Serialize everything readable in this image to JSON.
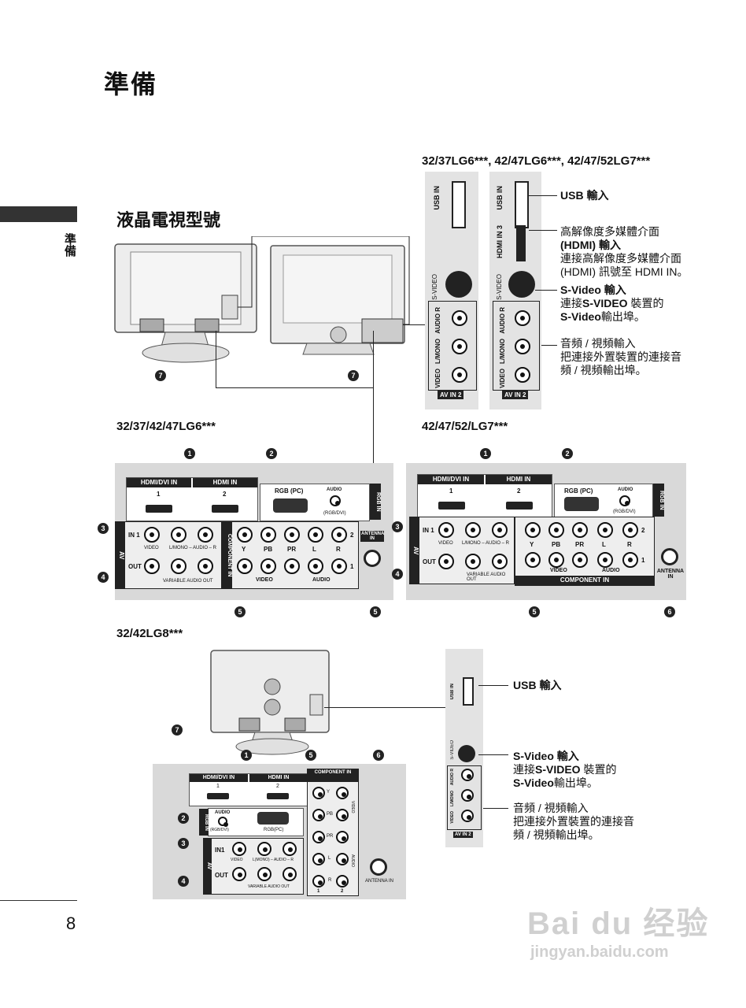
{
  "page": {
    "title": "準備",
    "sidebar_label": "準備",
    "page_number": "8"
  },
  "sections": {
    "lcd_models": "液晶電視型號",
    "models_top": "32/37LG6***, 42/47LG6***, 42/47/52LG7***",
    "model_lg6": "32/37/42/47LG6***",
    "model_lg7": "42/47/52/LG7***",
    "model_lg8": "32/42LG8***"
  },
  "descriptions": {
    "usb": "USB 輸入",
    "hdmi_1": "高解像度多媒體介面",
    "hdmi_2": "(HDMI) 輸入",
    "hdmi_3": "連接高解像度多媒體介面",
    "hdmi_4": "(HDMI) 訊號至 HDMI IN。",
    "svideo_1": "S-Video 輸入",
    "svideo_2a": "連接",
    "svideo_2b": "S-VIDEO",
    "svideo_2c": " 裝置的",
    "svideo_3a": "S-Video",
    "svideo_3b": "輸出埠。",
    "av_1": "音頻 / 視頻輸入",
    "av_2": "把連接外置裝置的連接音",
    "av_3": "頻 / 視頻輸出埠。"
  },
  "side_panel_labels": {
    "usb_in": "USB IN",
    "hdmi_in_3": "HDMI IN 3",
    "s_video": "S-VIDEO",
    "audio_r": "AUDIO R",
    "l_mono": "L/MONO",
    "video": "VIDEO",
    "av_in_2": "AV IN 2"
  },
  "rear_panel_labels": {
    "hdmi_dvi_in": "HDMI/DVI IN",
    "hdmi_in": "HDMI IN",
    "hdmi_1": "1",
    "hdmi_2": "2",
    "rgb_pc": "RGB (PC)",
    "rgb_pc_lg8": "RGB(PC)",
    "audio": "AUDIO",
    "audio_rgb_dvi": "(RGB/DVI)",
    "rgb_in": "RGB IN",
    "in1": "IN 1",
    "in1_lg8": "IN1",
    "out": "OUT",
    "av": "AV",
    "video": "VIDEO",
    "l_mono_audio_r": "L/MONO – AUDIO – R",
    "l_mono_audio_r_lg8": "L(MONO) – AUDIO – R",
    "variable_audio_out": "VARIABLE AUDIO OUT",
    "component_in": "COMPONENT IN",
    "antenna_in": "ANTENNA IN",
    "y": "Y",
    "pb": "PB",
    "pr": "PR",
    "l": "L",
    "r": "R",
    "comp_video": "VIDEO",
    "comp_audio": "AUDIO",
    "row_2": "2",
    "row_1": "1"
  },
  "callouts": [
    "1",
    "2",
    "3",
    "4",
    "5",
    "6",
    "7"
  ],
  "watermark": {
    "brand": "Bai du 经验",
    "url": "jingyan.baidu.com"
  }
}
